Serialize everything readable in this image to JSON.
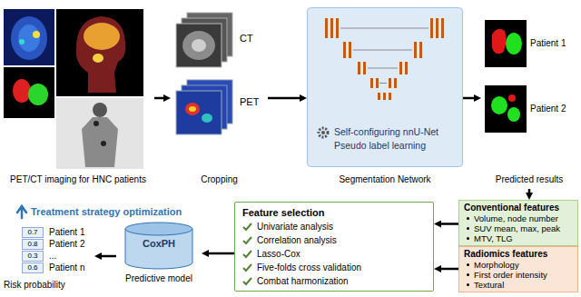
{
  "diagram": {
    "nodes": [
      {
        "text": [
          "PET/CT imaging for HNC patients"
        ]
      },
      {
        "text": [
          "CT",
          "PET",
          "Cropping"
        ]
      },
      {
        "text": [
          "Self-configuring nnU-Net",
          "Pseudo label learning",
          "Segmentation Network"
        ]
      },
      {
        "text": [
          "Patient 1",
          "Patient 2",
          "Predicted results"
        ]
      },
      {
        "text": [
          "Conventional features",
          "Volume, node number",
          "SUV mean, max, peak",
          "MTV, TLG"
        ]
      },
      {
        "text": [
          "Radiomics features",
          "Morphology",
          "First order intensity",
          "Textural"
        ]
      },
      {
        "text": [
          "Feature selection",
          "Univariate analysis",
          "Correlation analysis",
          "Lasso-Cox",
          "Five-folds cross validation",
          "Combat harmonization"
        ]
      },
      {
        "text": [
          "CoxPH",
          "Predictive model"
        ]
      },
      {
        "text": [
          "Risk probability"
        ]
      },
      {
        "text": [
          "0.7"
        ],
        "in": 8
      },
      {
        "text": [
          "0.8"
        ],
        "in": 8
      },
      {
        "text": [
          "0.3"
        ],
        "in": 8
      },
      {
        "text": [
          "0.6"
        ],
        "in": 8
      }
    ],
    "edges": [
      {
        "from": 0,
        "to": 1,
        "arrow": "to"
      },
      {
        "from": 1,
        "to": 2,
        "arrow": "to"
      },
      {
        "from": 2,
        "to": 3,
        "arrow": "to"
      },
      {
        "from": 3,
        "to": 4,
        "arrow": "to"
      },
      {
        "from": 4,
        "to": 6,
        "arrow": "to"
      },
      {
        "from": 5,
        "to": 6,
        "arrow": "to"
      },
      {
        "from": 6,
        "to": 7,
        "arrow": "to"
      },
      {
        "from": 7,
        "to": 8,
        "arrow": "to"
      }
    ],
    "labels": [
      "Treatment strategy optimization",
      "Patient 1",
      "Patient 2",
      "...",
      "Patient n"
    ]
  }
}
